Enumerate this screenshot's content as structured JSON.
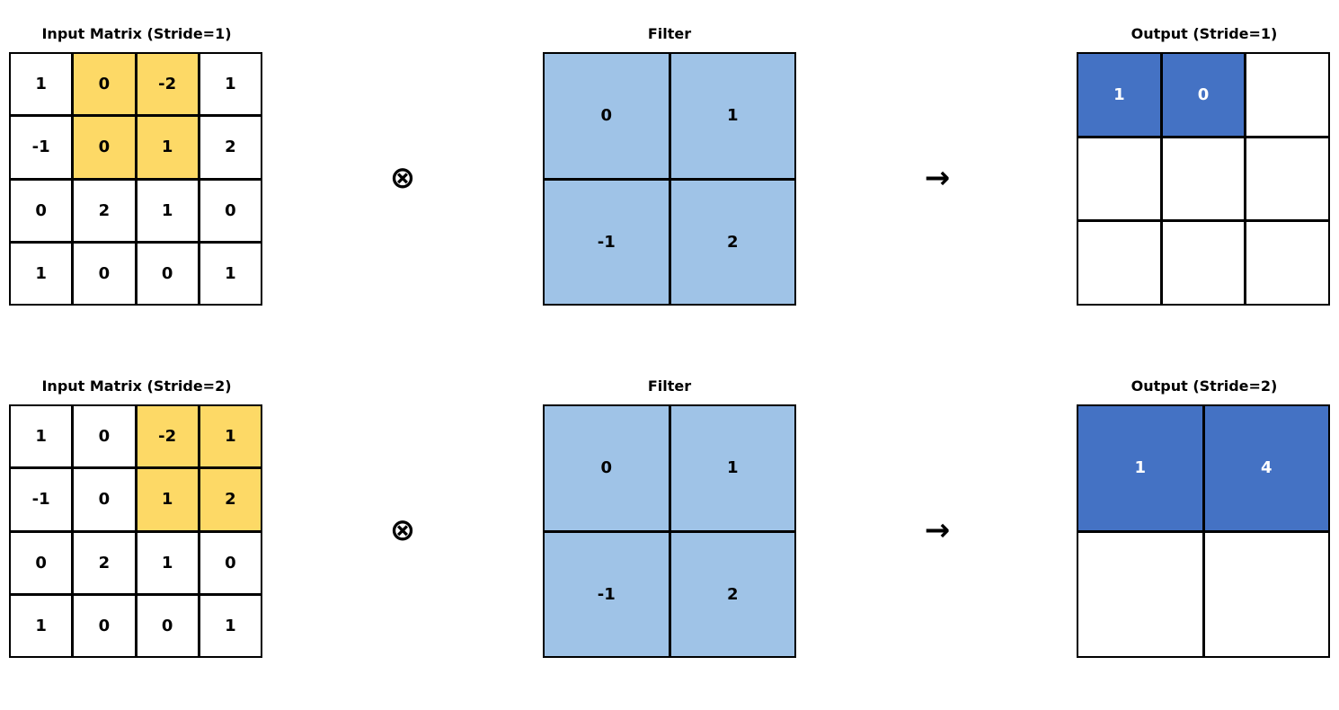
{
  "colors": {
    "highlight": "#fdd966",
    "filter": "#9fc3e7",
    "output_filled": "#4472c4",
    "cell_bg": "#ffffff",
    "grid_line": "#000000"
  },
  "operators": {
    "convolve": "⊗",
    "arrow": "→"
  },
  "rows": [
    {
      "input": {
        "title": "Input Matrix (Stride=1)",
        "cells": [
          [
            "1",
            "0",
            "-2",
            "1"
          ],
          [
            "-1",
            "0",
            "1",
            "2"
          ],
          [
            "0",
            "2",
            "1",
            "0"
          ],
          [
            "1",
            "0",
            "0",
            "1"
          ]
        ],
        "highlight": [
          [
            0,
            1
          ],
          [
            0,
            2
          ],
          [
            1,
            1
          ],
          [
            1,
            2
          ]
        ]
      },
      "filter": {
        "title": "Filter",
        "cells": [
          [
            "0",
            "1"
          ],
          [
            "-1",
            "2"
          ]
        ]
      },
      "output": {
        "title": "Output (Stride=1)",
        "cells": [
          [
            "1",
            "0",
            ""
          ],
          [
            "",
            "",
            ""
          ],
          [
            "",
            "",
            ""
          ]
        ],
        "filled": [
          [
            0,
            0
          ],
          [
            0,
            1
          ]
        ]
      }
    },
    {
      "input": {
        "title": "Input Matrix (Stride=2)",
        "cells": [
          [
            "1",
            "0",
            "-2",
            "1"
          ],
          [
            "-1",
            "0",
            "1",
            "2"
          ],
          [
            "0",
            "2",
            "1",
            "0"
          ],
          [
            "1",
            "0",
            "0",
            "1"
          ]
        ],
        "highlight": [
          [
            0,
            2
          ],
          [
            0,
            3
          ],
          [
            1,
            2
          ],
          [
            1,
            3
          ]
        ]
      },
      "filter": {
        "title": "Filter",
        "cells": [
          [
            "0",
            "1"
          ],
          [
            "-1",
            "2"
          ]
        ]
      },
      "output": {
        "title": "Output (Stride=2)",
        "cells": [
          [
            "1",
            "4"
          ],
          [
            "",
            ""
          ]
        ],
        "filled": [
          [
            0,
            0
          ],
          [
            0,
            1
          ]
        ]
      }
    }
  ]
}
